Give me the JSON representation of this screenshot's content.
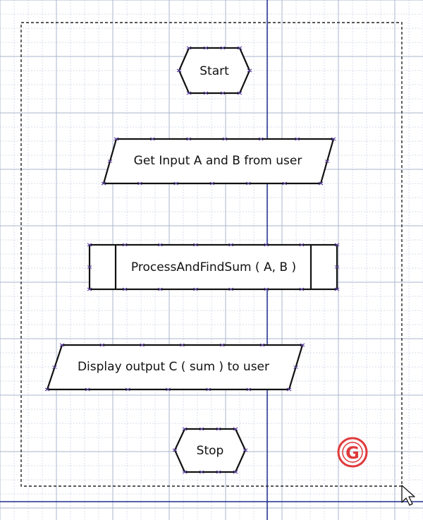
{
  "colors": {
    "grid_minor": "#c9d1e4",
    "grid_major": "#aab4cc",
    "guide_line": "#1f2e8f",
    "shape_stroke": "#111111",
    "shape_fill": "#ffffff",
    "selection_border": "#222222",
    "connection_point": "#5a3fa0",
    "logo_red": "#e0393b"
  },
  "icons": {
    "logo": "red-g-logo-icon",
    "cursor": "resize-cursor-icon"
  },
  "flowchart": {
    "start_label": "Start",
    "input_label": "Get Input A and B from user",
    "process_label": "ProcessAndFindSum ( A, B )",
    "output_label": "Display output C ( sum ) to user",
    "stop_label": "Stop"
  }
}
